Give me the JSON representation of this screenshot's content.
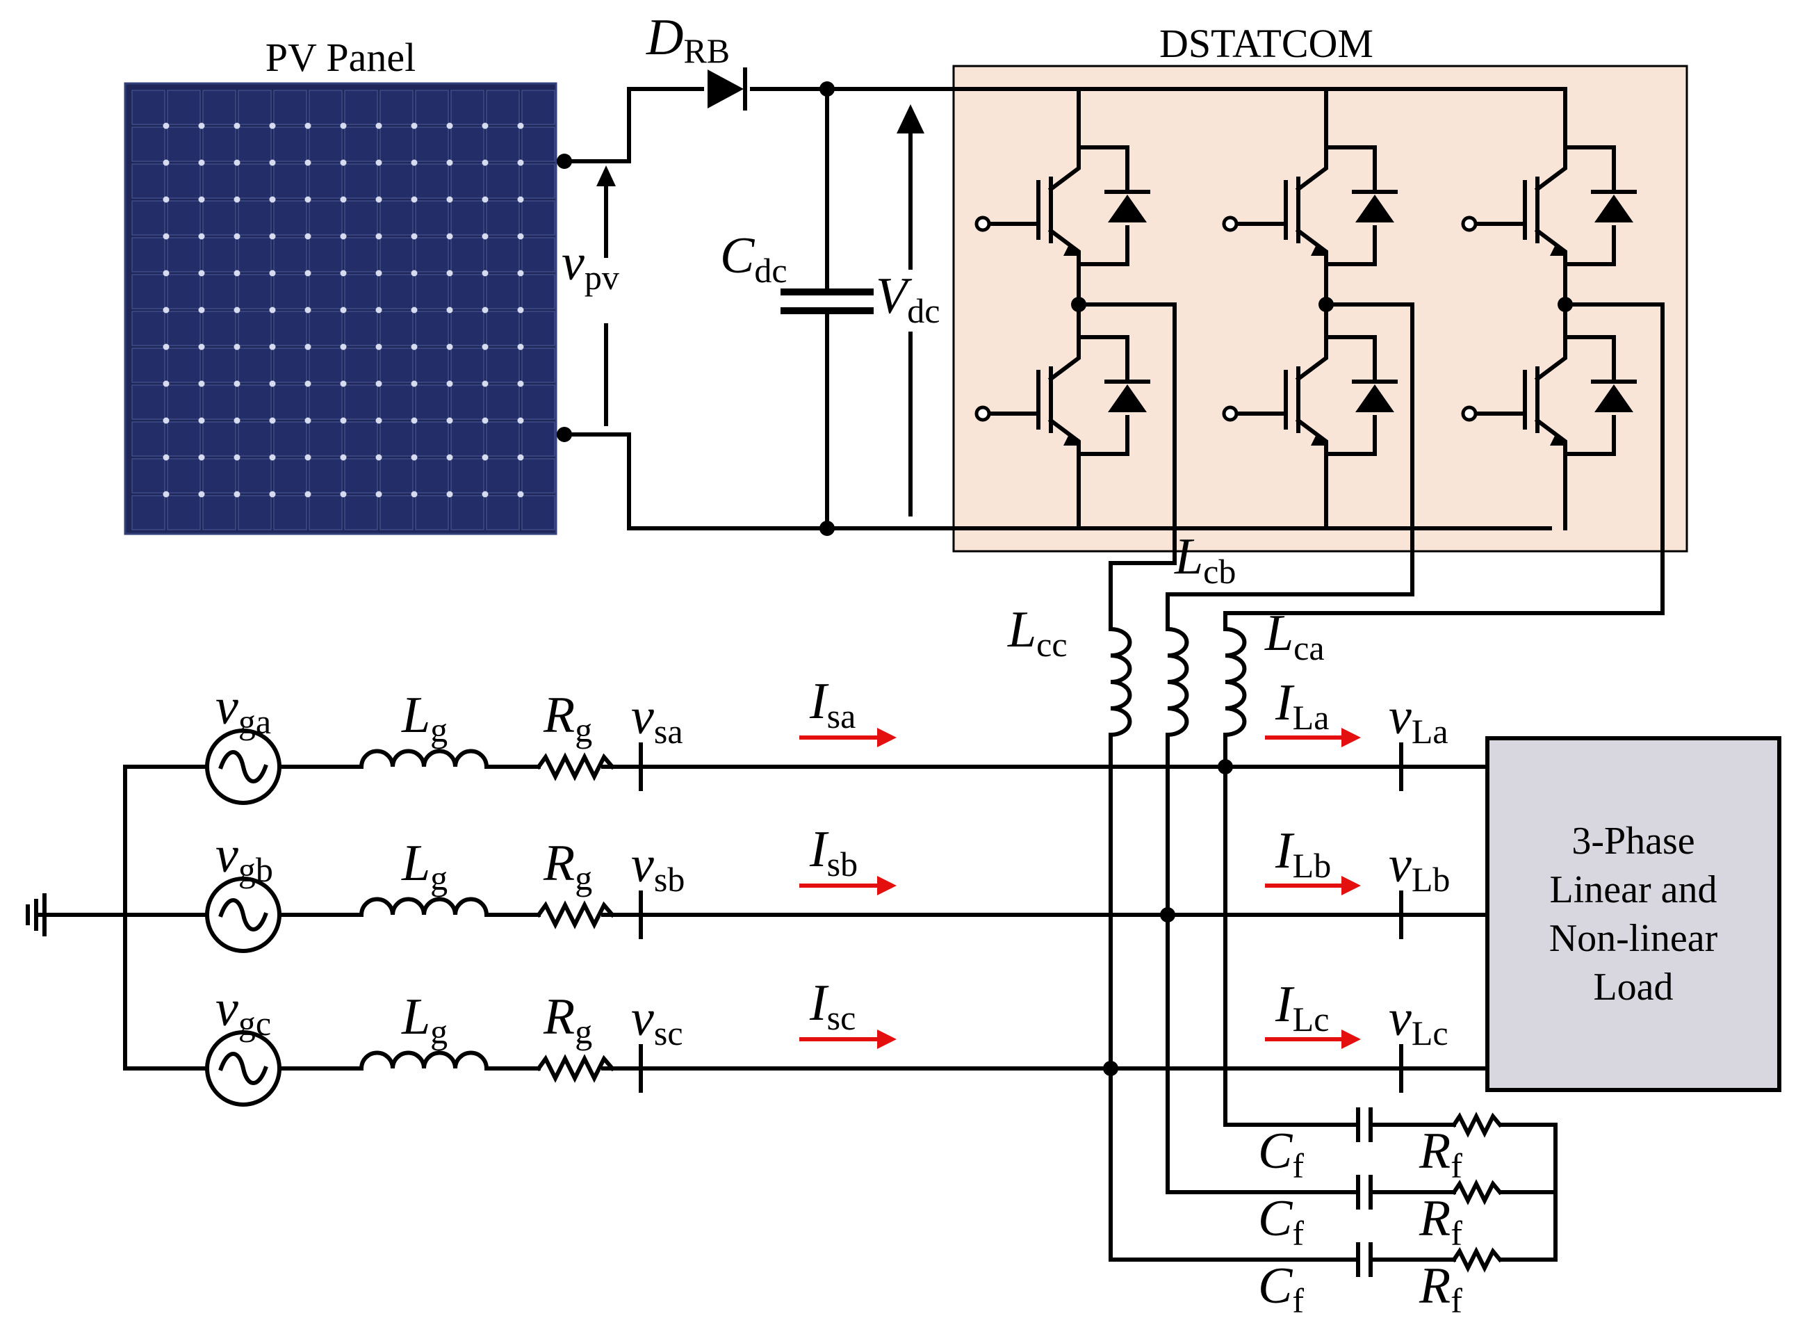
{
  "colors": {
    "pv_panel": "#1e2757",
    "pv_grid": "#4a5a96",
    "dstatcom_box": "#f8e5d8",
    "load_box": "#d8d6df",
    "current_arrow": "#e41010"
  },
  "titles": {
    "pv_panel": "PV Panel",
    "dstatcom": "DSTATCOM"
  },
  "dc_side": {
    "diode": {
      "symbol": "D",
      "sub": "RB"
    },
    "pv_voltage": {
      "symbol": "v",
      "sub": "pv"
    },
    "capacitor": {
      "symbol": "C",
      "sub": "dc"
    },
    "dc_voltage": {
      "symbol": "V",
      "sub": "dc"
    }
  },
  "coupling_inductors": [
    {
      "symbol": "L",
      "sub": "cc"
    },
    {
      "symbol": "L",
      "sub": "cb"
    },
    {
      "symbol": "L",
      "sub": "ca"
    }
  ],
  "phases": [
    {
      "source": {
        "symbol": "v",
        "sub": "ga"
      },
      "inductor": {
        "symbol": "L",
        "sub": "g"
      },
      "resistor": {
        "symbol": "R",
        "sub": "g"
      },
      "pcc_voltage": {
        "symbol": "v",
        "sub": "sa"
      },
      "source_current": {
        "symbol": "I",
        "sub": "sa"
      },
      "load_current": {
        "symbol": "I",
        "sub": "La"
      },
      "load_voltage": {
        "symbol": "v",
        "sub": "La"
      }
    },
    {
      "source": {
        "symbol": "v",
        "sub": "gb"
      },
      "inductor": {
        "symbol": "L",
        "sub": "g"
      },
      "resistor": {
        "symbol": "R",
        "sub": "g"
      },
      "pcc_voltage": {
        "symbol": "v",
        "sub": "sb"
      },
      "source_current": {
        "symbol": "I",
        "sub": "sb"
      },
      "load_current": {
        "symbol": "I",
        "sub": "Lb"
      },
      "load_voltage": {
        "symbol": "v",
        "sub": "Lb"
      }
    },
    {
      "source": {
        "symbol": "v",
        "sub": "gc"
      },
      "inductor": {
        "symbol": "L",
        "sub": "g"
      },
      "resistor": {
        "symbol": "R",
        "sub": "g"
      },
      "pcc_voltage": {
        "symbol": "v",
        "sub": "sc"
      },
      "source_current": {
        "symbol": "I",
        "sub": "sc"
      },
      "load_current": {
        "symbol": "I",
        "sub": "Lc"
      },
      "load_voltage": {
        "symbol": "v",
        "sub": "Lc"
      }
    }
  ],
  "ripple_filters": [
    {
      "capacitor": {
        "symbol": "C",
        "sub": "f"
      },
      "resistor": {
        "symbol": "R",
        "sub": "f"
      }
    },
    {
      "capacitor": {
        "symbol": "C",
        "sub": "f"
      },
      "resistor": {
        "symbol": "R",
        "sub": "f"
      }
    },
    {
      "capacitor": {
        "symbol": "C",
        "sub": "f"
      },
      "resistor": {
        "symbol": "R",
        "sub": "f"
      }
    }
  ],
  "load": {
    "lines": [
      "3-Phase",
      "Linear and",
      "Non-linear",
      "Load"
    ]
  }
}
